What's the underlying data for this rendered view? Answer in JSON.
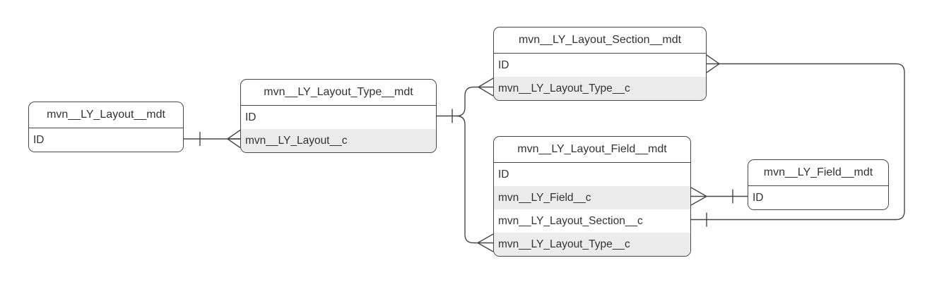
{
  "diagram": {
    "type": "entity-relationship-diagram",
    "background_color": "#ffffff",
    "line_color": "#474747",
    "text_color": "#333333",
    "row_stripe_color": "#ececec"
  },
  "entities": [
    {
      "title": "mvn__LY_Layout__mdt",
      "fields": [
        "ID"
      ]
    },
    {
      "title": "mvn__LY_Layout_Type__mdt",
      "fields": [
        "ID",
        "mvn__LY_Layout__c"
      ]
    },
    {
      "title": "mvn__LY_Layout_Section__mdt",
      "fields": [
        "ID",
        "mvn__LY_Layout_Type__c"
      ]
    },
    {
      "title": "mvn__LY_Layout_Field__mdt",
      "fields": [
        "ID",
        "mvn__LY_Field__c",
        "mvn__LY_Layout_Section__c",
        "mvn__LY_Layout_Type__c"
      ]
    },
    {
      "title": "mvn__LY_Field__mdt",
      "fields": [
        "ID"
      ]
    }
  ],
  "relationships": [
    {
      "one_end": "mvn__LY_Layout__mdt.ID",
      "many_end": "mvn__LY_Layout_Type__mdt.mvn__LY_Layout__c"
    },
    {
      "one_end": "mvn__LY_Layout_Type__mdt.ID",
      "many_end": "mvn__LY_Layout_Section__mdt.mvn__LY_Layout_Type__c"
    },
    {
      "one_end": "mvn__LY_Layout_Type__mdt.ID",
      "many_end": "mvn__LY_Layout_Field__mdt.mvn__LY_Layout_Type__c"
    },
    {
      "one_end": "mvn__LY_Layout_Field__mdt.mvn__LY_Layout_Section__c",
      "many_end": "mvn__LY_Layout_Section__mdt.ID"
    },
    {
      "one_end": "mvn__LY_Field__mdt.ID",
      "many_end": "mvn__LY_Layout_Field__mdt.mvn__LY_Field__c"
    }
  ]
}
